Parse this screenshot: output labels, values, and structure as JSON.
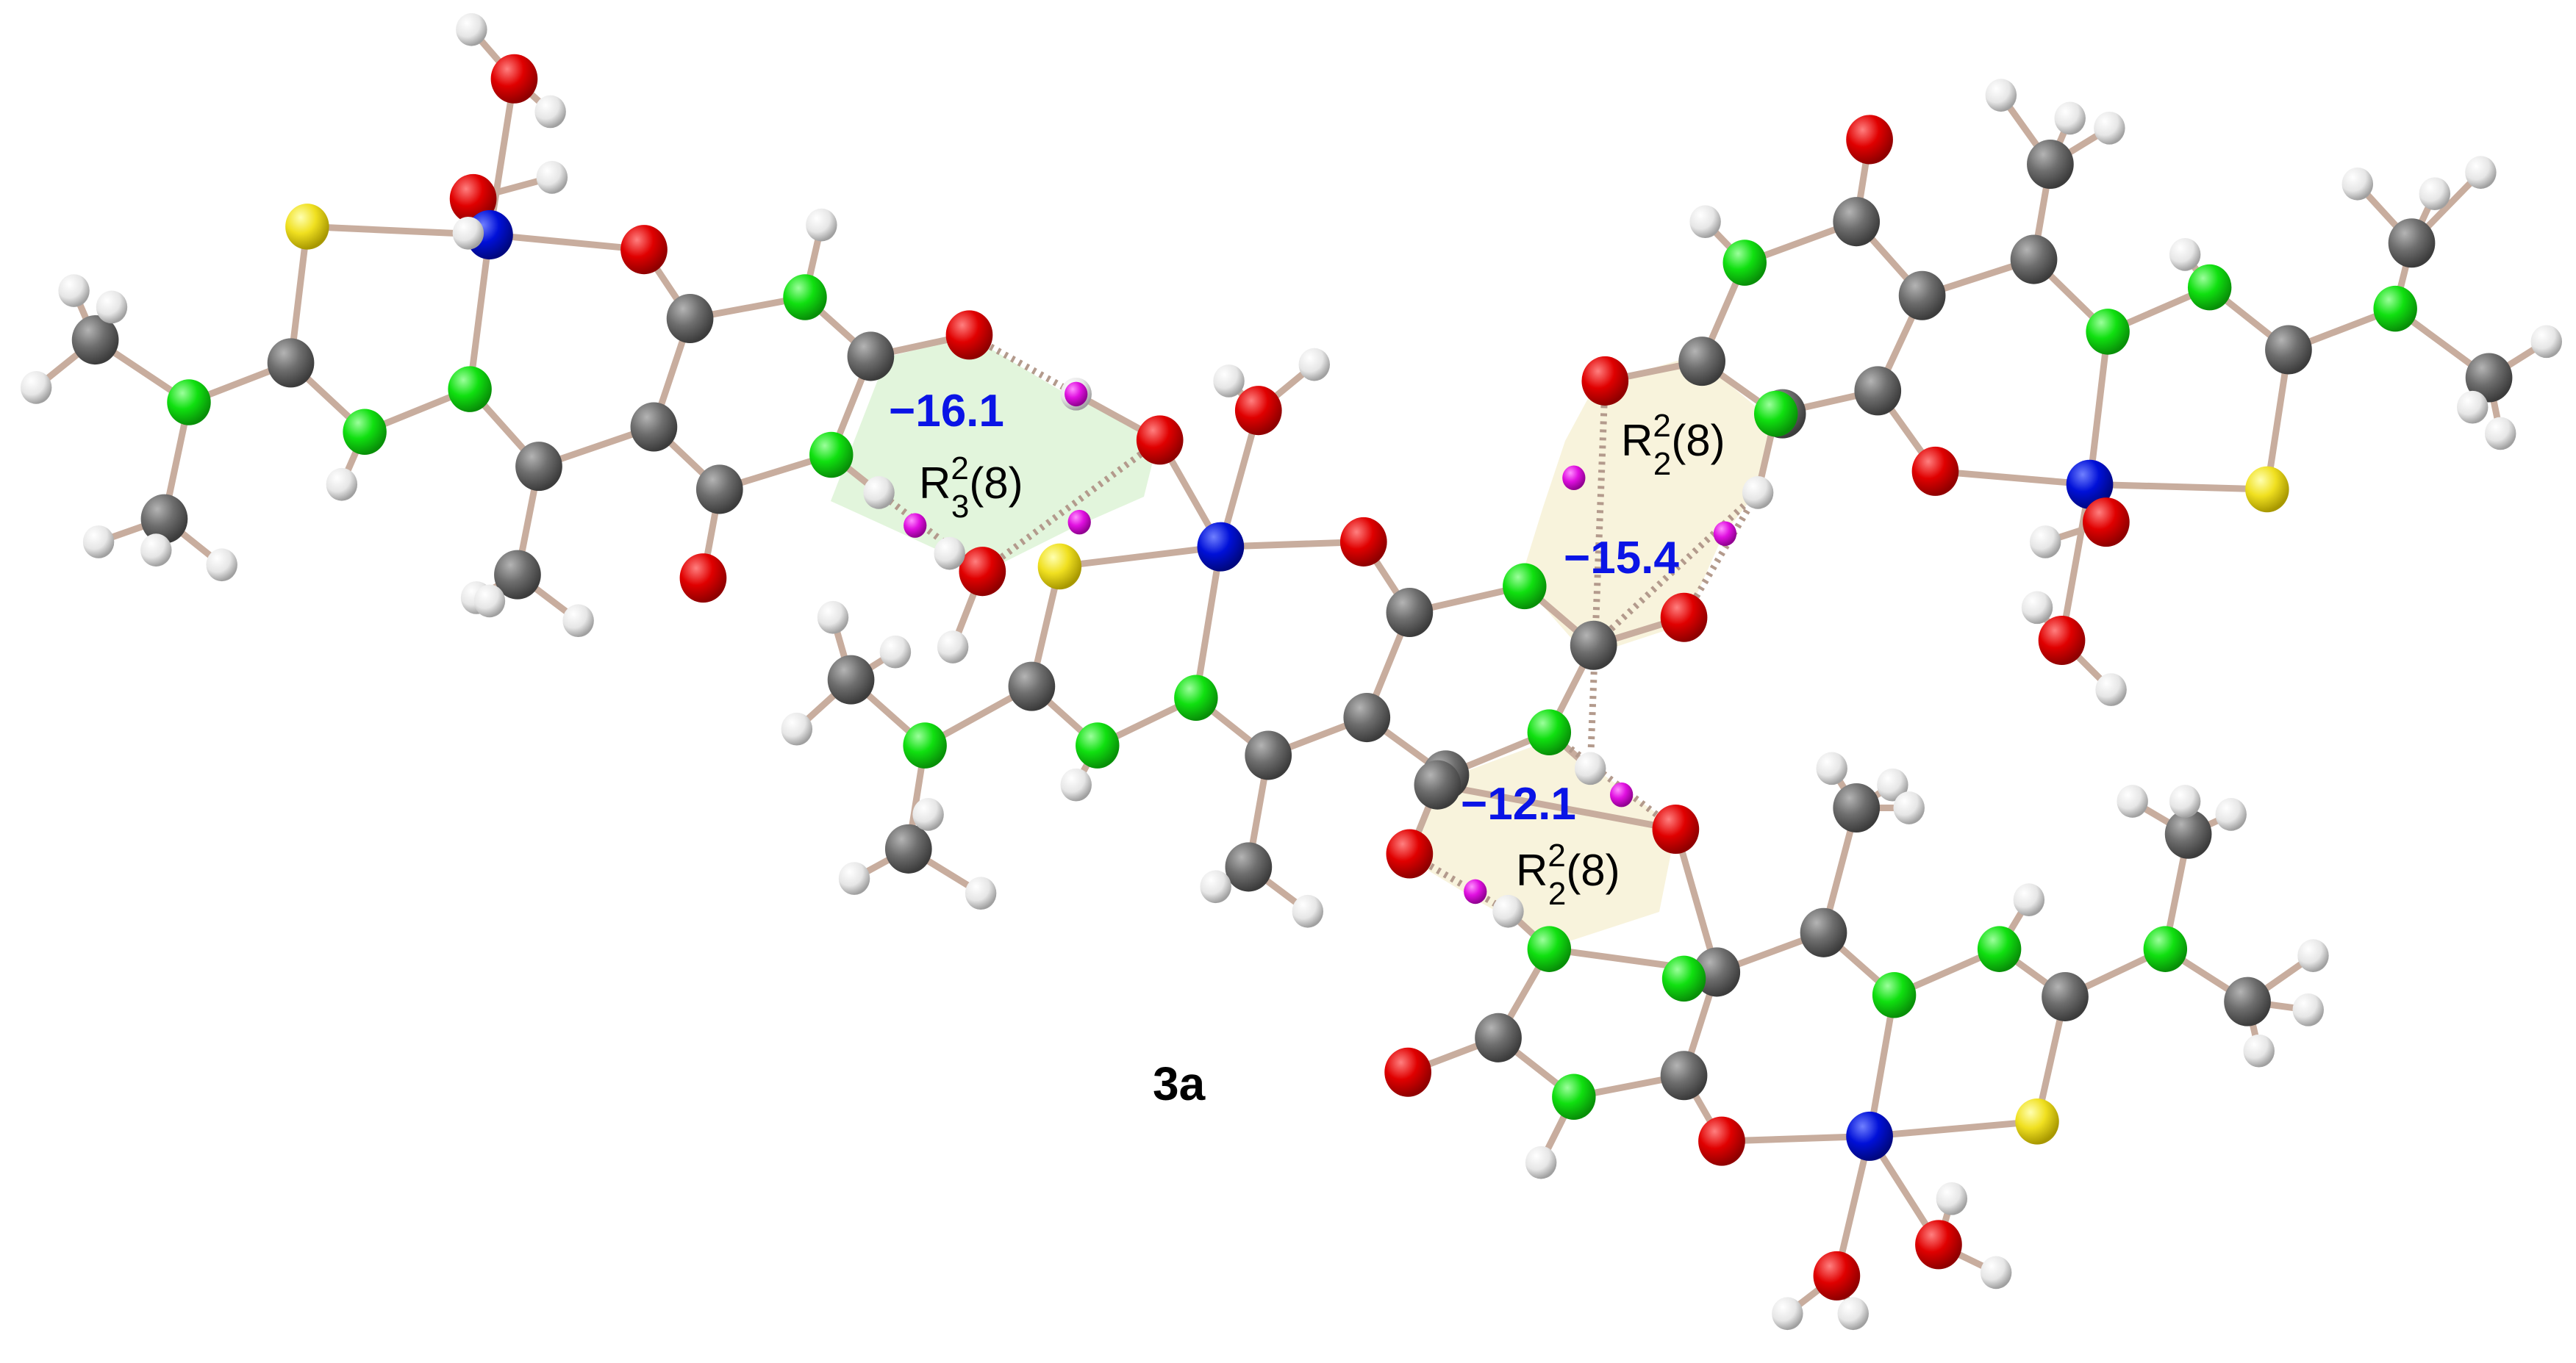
{
  "figure": {
    "compound_label": "3a",
    "description": "Crystal packing of complex 3a showing hydrogen-bonded ring motifs with interaction energies",
    "colors": {
      "carbon": "#6e6e6e",
      "nitrogen": "#10e010",
      "oxygen": "#e00000",
      "sulfur": "#f0e020",
      "metal": "#0010d8",
      "hydrogen": "#e6e6e6",
      "hbond_midpoint": "#e010e0",
      "bond": "#c8ad9e",
      "ring_green_fill": "#e2f5dc",
      "ring_yellow_fill": "#f8f3dc",
      "energy_text": "#0a14e6"
    }
  },
  "motifs": [
    {
      "id": "ring-1",
      "energy": "−16.1",
      "motif_base": "R",
      "motif_sup": "2",
      "motif_sub": "3",
      "motif_size": "(8)",
      "fill": "green"
    },
    {
      "id": "ring-2",
      "energy": "−15.4",
      "motif_base": "R",
      "motif_sup": "2",
      "motif_sub": "2",
      "motif_size": "(8)",
      "fill": "yellow"
    },
    {
      "id": "ring-3",
      "energy": "−12.1",
      "motif_base": "R",
      "motif_sup": "2",
      "motif_sub": "2",
      "motif_size": "(8)",
      "fill": "yellow"
    }
  ]
}
